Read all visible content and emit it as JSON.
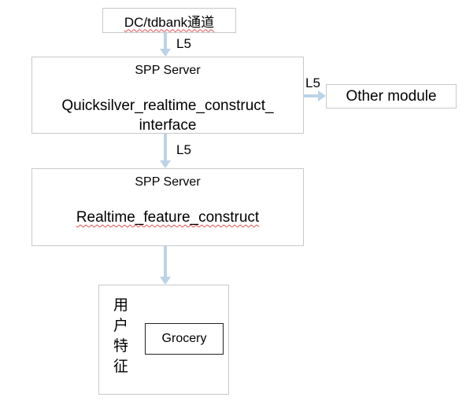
{
  "nodes": {
    "source": {
      "label": "DC/tdbank通道"
    },
    "server1": {
      "type_label": "SPP Server",
      "name_line1": "Quicksilver_realtime_construct_",
      "name_line2": "interface"
    },
    "other": {
      "label": "Other module"
    },
    "server2": {
      "type_label": "SPP Server",
      "name": "Realtime_feature_construct"
    },
    "feature_store": {
      "chars": [
        "用",
        "户",
        "特",
        "征"
      ],
      "inner_label": "Grocery"
    }
  },
  "edges": {
    "source_to_server1": {
      "label": "L5"
    },
    "server1_to_other": {
      "label": "L5"
    },
    "server1_to_server2": {
      "label": "L5"
    },
    "server2_to_feature_store": {
      "label": ""
    }
  },
  "colors": {
    "arrow": "#bcd3e6",
    "box_border": "#c9c9c9",
    "inner_box_border": "#222222",
    "spellcheck_underline": "#e05050"
  }
}
